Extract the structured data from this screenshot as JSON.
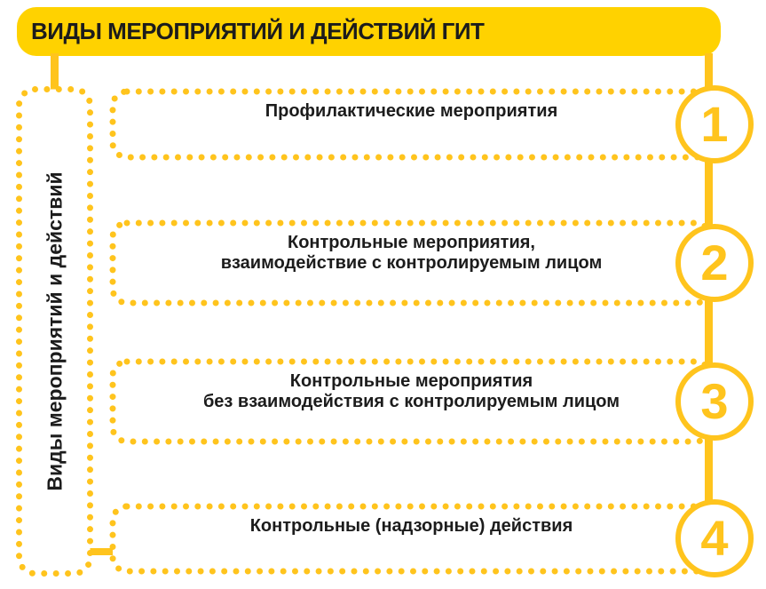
{
  "title": "ВИДЫ МЕРОПРИЯТИЙ И ДЕЙСТВИЙ ГИТ",
  "sidebar": {
    "label": "Виды мероприятий и действий"
  },
  "boxes": [
    {
      "number": "1",
      "lines": [
        "Профилактические мероприятия"
      ]
    },
    {
      "number": "2",
      "lines": [
        "Контрольные мероприятия,",
        "взаимодействие с контролируемым лицом"
      ]
    },
    {
      "number": "3",
      "lines": [
        "Контрольные мероприятия",
        "без взаимодействия с контролируемым лицом"
      ]
    },
    {
      "number": "4",
      "lines": [
        "Контрольные (надзорные) действия"
      ]
    }
  ],
  "colors": {
    "accent": "#FFC41D",
    "title_bg": "#FFD200",
    "text": "#1C1C1C"
  }
}
